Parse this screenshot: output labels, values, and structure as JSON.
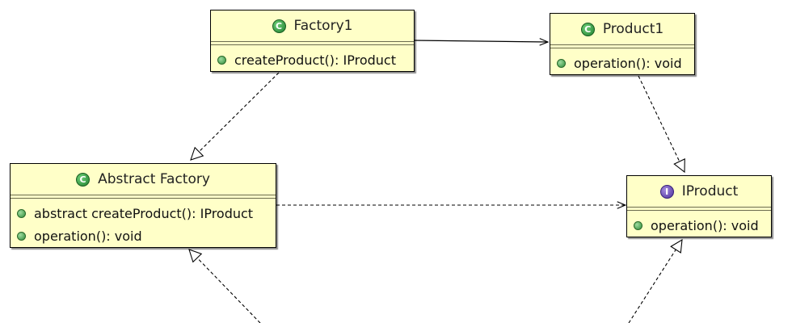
{
  "classes": {
    "factory1": {
      "name": "Factory1",
      "kind_badge": "C",
      "kind_icon": "class-icon",
      "operations": [
        {
          "text": "createProduct(): IProduct"
        }
      ]
    },
    "product1": {
      "name": "Product1",
      "kind_badge": "C",
      "kind_icon": "class-icon",
      "operations": [
        {
          "text": "operation(): void"
        }
      ]
    },
    "abstract_factory": {
      "name": "Abstract Factory",
      "kind_badge": "C",
      "kind_icon": "class-icon",
      "operations": [
        {
          "text": "abstract createProduct(): IProduct"
        },
        {
          "text": "operation(): void"
        }
      ]
    },
    "iproduct": {
      "name": "IProduct",
      "kind_badge": "I",
      "kind_icon": "interface-icon",
      "operations": [
        {
          "text": "operation(): void"
        }
      ]
    }
  },
  "relationships": [
    {
      "from": "Factory1",
      "to": "Product1",
      "type": "association"
    },
    {
      "from": "Product1",
      "to": "IProduct",
      "type": "realization"
    },
    {
      "from": "Factory1",
      "to": "Abstract Factory",
      "type": "realization"
    },
    {
      "from": "Abstract Factory",
      "to": "IProduct",
      "type": "dependency"
    },
    {
      "from": "offscreen",
      "to": "Abstract Factory",
      "type": "realization"
    },
    {
      "from": "offscreen",
      "to": "IProduct",
      "type": "realization"
    }
  ],
  "colors": {
    "class_fill": "#ffffc8",
    "class_icon": "#2e8b3a",
    "interface_icon": "#4b2e9c",
    "operation_icon": "#2e8b3a",
    "line": "#000000"
  }
}
